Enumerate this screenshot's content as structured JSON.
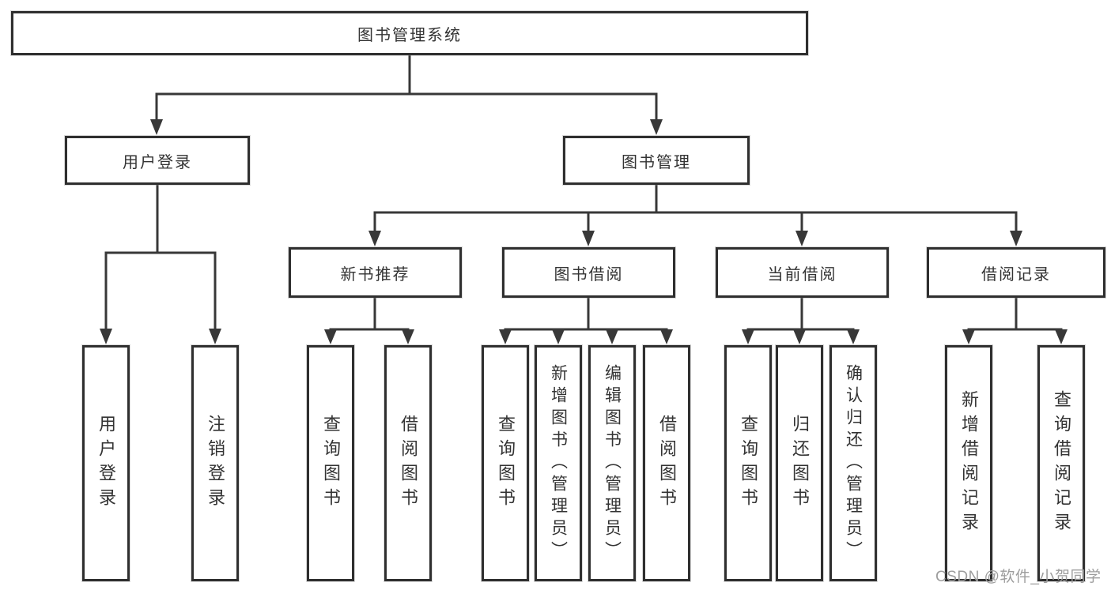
{
  "diagram": {
    "title_node": {
      "label": "图书管理系统"
    },
    "level2": [
      {
        "label": "用户登录"
      },
      {
        "label": "图书管理"
      }
    ],
    "level3": [
      {
        "label": "新书推荐"
      },
      {
        "label": "图书借阅"
      },
      {
        "label": "当前借阅"
      },
      {
        "label": "借阅记录"
      }
    ],
    "leaves": [
      {
        "label": "用户登录",
        "parent": "用户登录"
      },
      {
        "label": "注销登录",
        "parent": "用户登录"
      },
      {
        "label": "查询图书",
        "parent": "新书推荐"
      },
      {
        "label": "借阅图书",
        "parent": "新书推荐"
      },
      {
        "label": "查询图书",
        "parent": "图书借阅"
      },
      {
        "label": "新增图书（管理员）",
        "parent": "图书借阅"
      },
      {
        "label": "编辑图书（管理员）",
        "parent": "图书借阅"
      },
      {
        "label": "借阅图书",
        "parent": "图书借阅"
      },
      {
        "label": "查询图书",
        "parent": "当前借阅"
      },
      {
        "label": "归还图书",
        "parent": "当前借阅"
      },
      {
        "label": "确认归还（管理员）",
        "parent": "当前借阅"
      },
      {
        "label": "新增借阅记录",
        "parent": "借阅记录"
      },
      {
        "label": "查询借阅记录",
        "parent": "借阅记录"
      }
    ],
    "watermark": "CSDN @软件_小贺同学",
    "colors": {
      "line": "#383838",
      "box_border": "#2f2f2f",
      "text": "#333333",
      "watermark": "#9d9d9d",
      "background": "#ffffff"
    }
  }
}
